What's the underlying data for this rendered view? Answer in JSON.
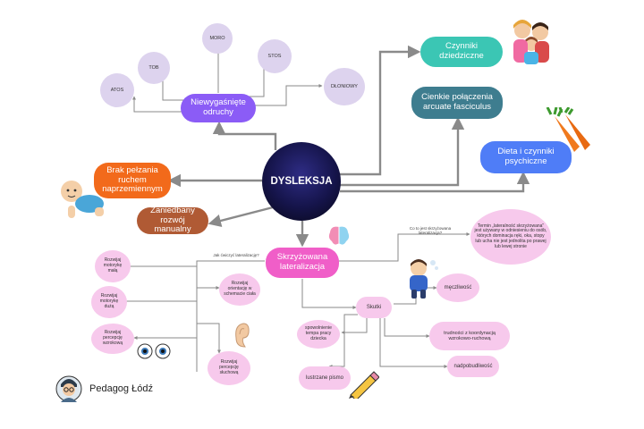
{
  "center": "DYSLEKSJA",
  "reflexes": {
    "title": "Niewygaśnięte odruchy",
    "items": [
      "MORO",
      "TOB",
      "STOS",
      "ATOS",
      "DŁONIOWY"
    ]
  },
  "crawl": "Brak pełzania ruchem naprzemiennym",
  "manual": "Zaniedbany rozwój manualny",
  "genetic": "Czynniki dziedziczne",
  "arcuate": "Cienkie połączenia arcuate fasciculus",
  "diet": "Dieta i czynniki psychiczne",
  "lateral": {
    "title": "Skrzyżowana lateralizacja",
    "question_how": "Jak ćwiczyć lateralizację?",
    "question_what": "Co to jest skrzyżowana lateralizacja?",
    "definition": "Termin „lateralność skrzyżowana” jest używany w odniesieniu do osób, których dominacja ręki, oka, stopy lub ucha nie jest jednolita po prawej lub lewej stronie",
    "exercises": [
      "Rozwijaj motorykę małą",
      "Rozwijaj motorykę dużą",
      "Rozwijaj percepcję wzrokową",
      "Rozwijaj orientację w schemacie ciała",
      "Rozwijaj percepcję słuchową"
    ]
  },
  "effects": {
    "title": "Skutki",
    "items": [
      "męczliwość",
      "spowolnienie tempa pracy dziecka",
      "trudności z koordynacją wzrokowo-ruchową",
      "nadpobudliwość",
      "lustrzane pismo"
    ]
  },
  "brand": "Pedagog Łódź",
  "colors": {
    "reflexes": "#8b5cf6",
    "crawl": "#f26a1b",
    "manual": "#b05a34",
    "genetic": "#3bc6b4",
    "arcuate": "#3e7d8f",
    "diet": "#4f7df7",
    "lateral": "#f05ec8",
    "bubble": "#ddd3ee",
    "pink": "#f7c9ec",
    "line": "#8a8a8a"
  }
}
